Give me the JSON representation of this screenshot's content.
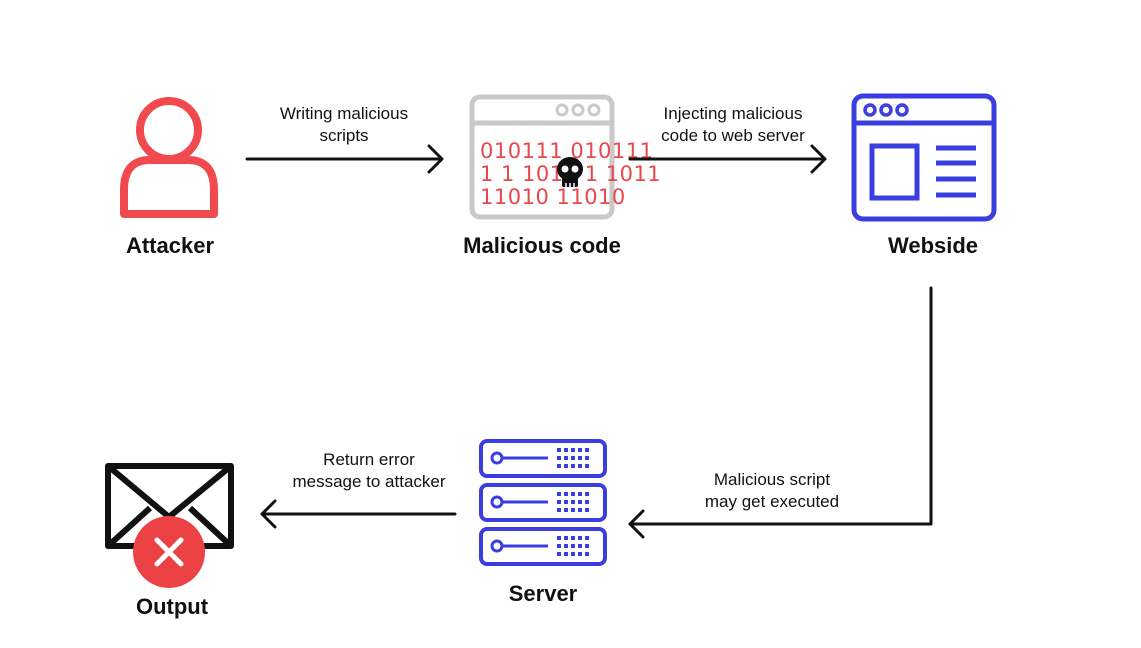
{
  "nodes": {
    "attacker": {
      "label": "Attacker",
      "icon": "user-icon"
    },
    "malicious_code": {
      "label": "Malicious code",
      "icon": "browser-code-icon",
      "code_lines": [
        "010111 010111",
        "1 1 1011 1 1011",
        "11010 11010"
      ]
    },
    "website": {
      "label": "Webside",
      "icon": "browser-window-icon"
    },
    "server": {
      "label": "Server",
      "icon": "server-rack-icon"
    },
    "output": {
      "label": "Output",
      "icon": "envelope-error-icon"
    }
  },
  "edges": {
    "writing": {
      "line1": "Writing malicious",
      "line2": "scripts"
    },
    "injecting": {
      "line1": "Injecting malicious",
      "line2": "code to web server"
    },
    "executed": {
      "line1": "Malicious script",
      "line2": "may get executed"
    },
    "return": {
      "line1": "Return error",
      "line2": "message to attacker"
    }
  },
  "colors": {
    "attacker": "#f04a4f",
    "browser_gray": "#c9c9c9",
    "code_red": "#e8484d",
    "website_blue": "#3a3ee0",
    "server_blue": "#3a3ee0",
    "error_red": "#ec4145",
    "arrow": "#111111"
  }
}
